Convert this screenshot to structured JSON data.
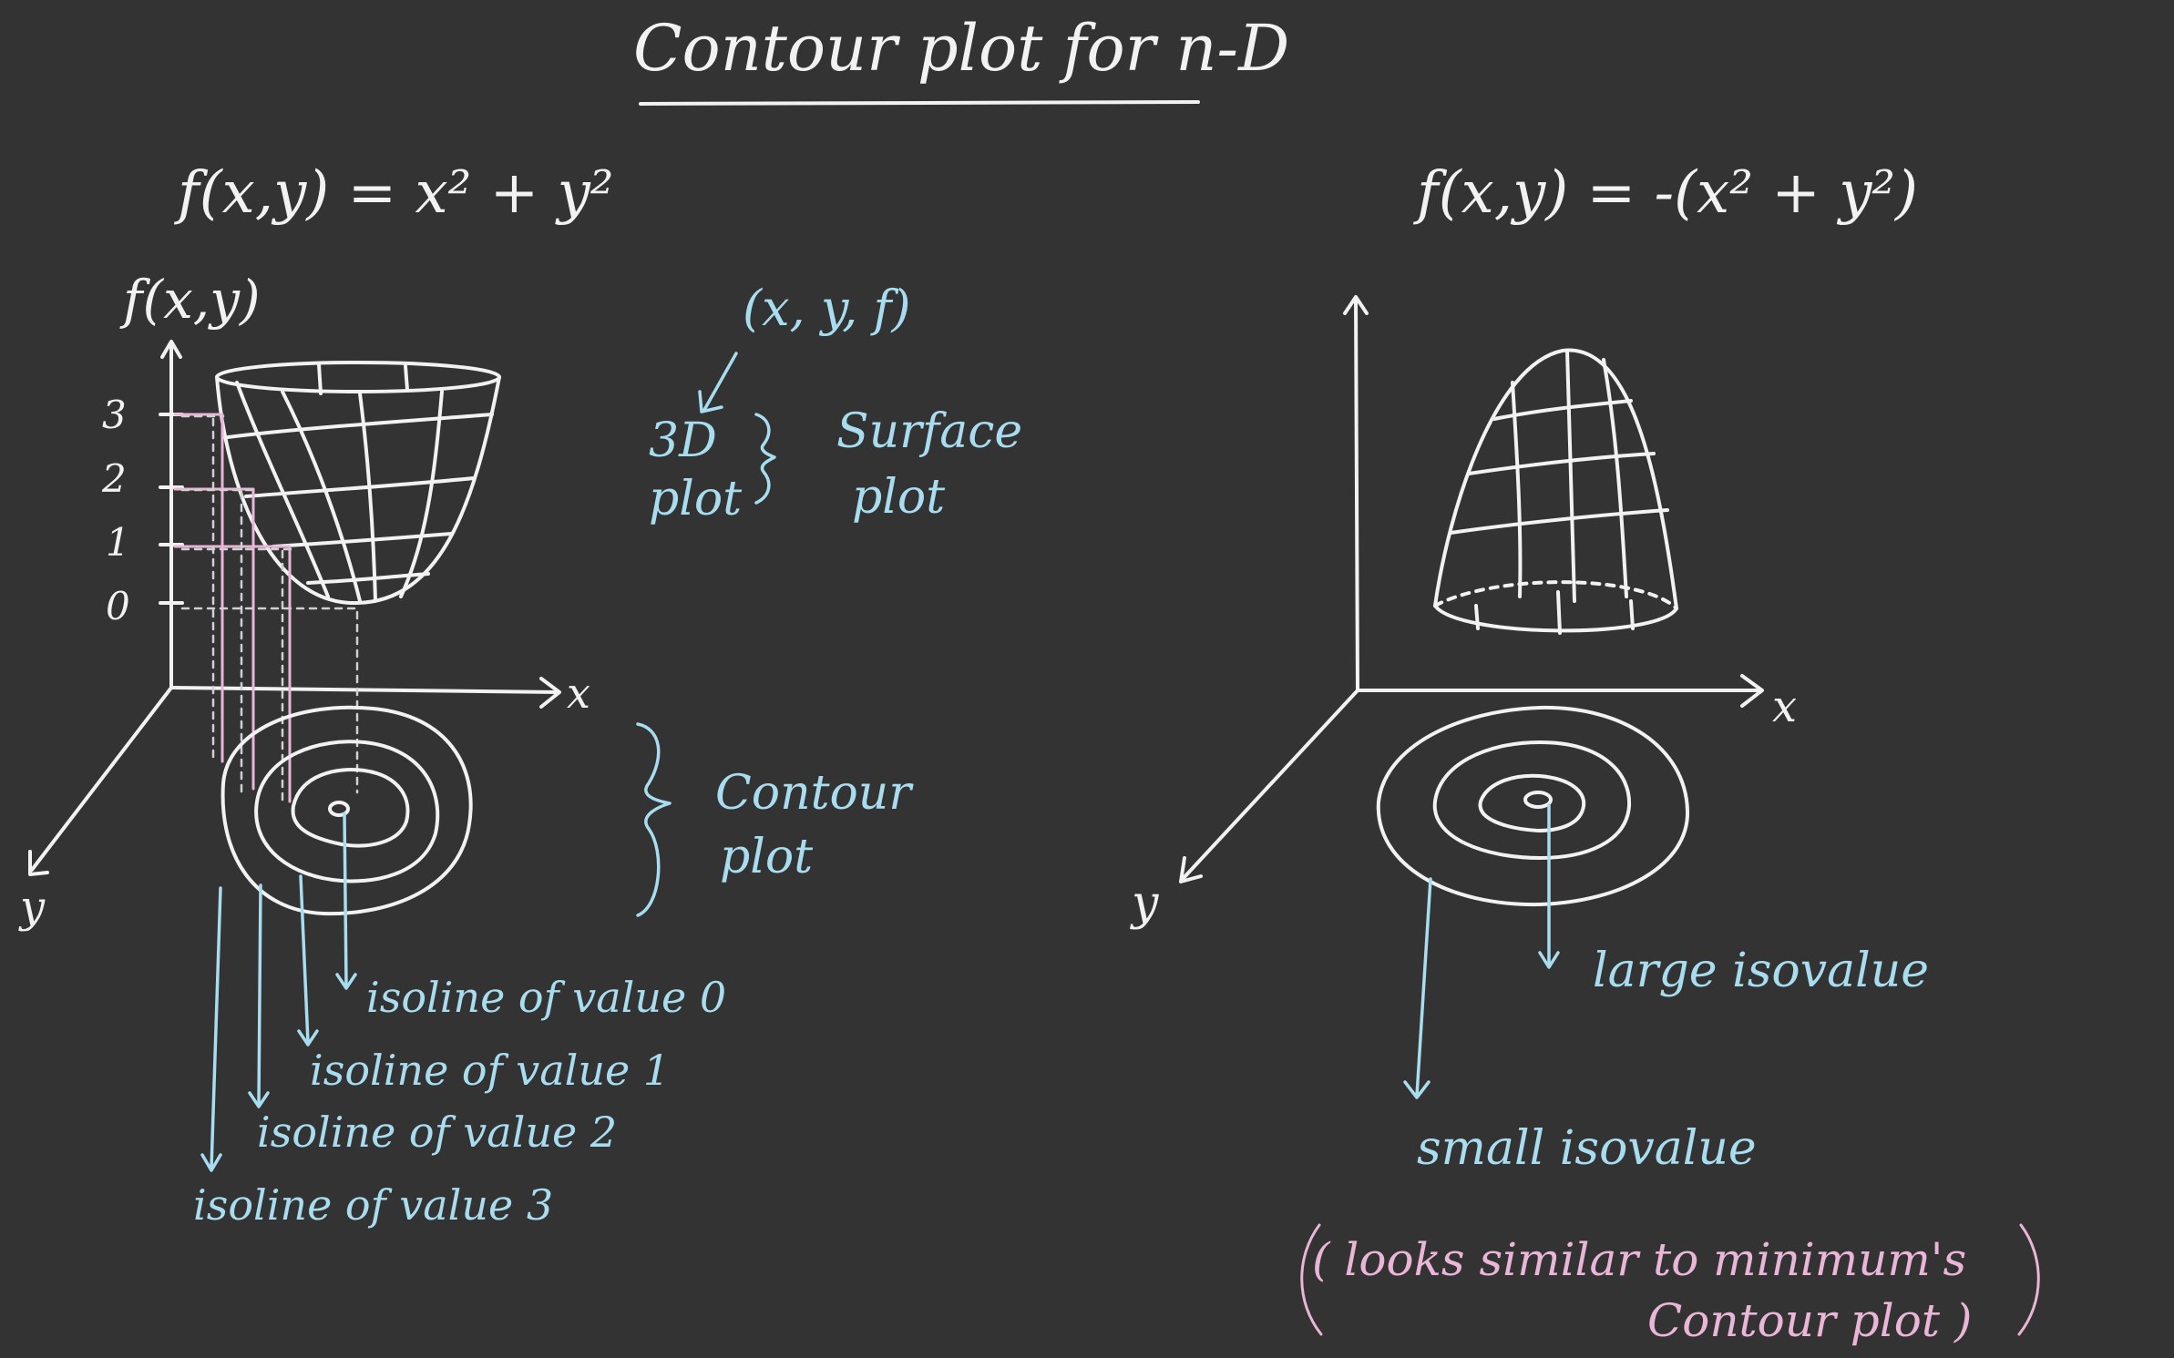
{
  "title": "Contour plot for n-D",
  "left": {
    "function": "f(x,y) = x² + y²",
    "z_axis_label": "f(x,y)",
    "x_axis_label": "x",
    "y_axis_label": "y",
    "z_ticks": [
      "3",
      "2",
      "1",
      "0"
    ],
    "triple_label": "(x, y, f)",
    "three_d_line1": "3D",
    "three_d_line2": "plot",
    "surface_line1": "Surface",
    "surface_line2": "plot",
    "contour_line1": "Contour",
    "contour_line2": "plot",
    "isolines": [
      "isoline of value 0",
      "isoline of value 1",
      "isoline of value 2",
      "isoline of value 3"
    ]
  },
  "right": {
    "function": "f(x,y) = -(x² + y²)",
    "x_axis_label": "x",
    "y_axis_label": "y",
    "large_label": "large isovalue",
    "small_label": "small isovalue",
    "note_line1": "( looks similar to minimum's",
    "note_line2": "Contour plot )"
  },
  "colors": {
    "background": "#333333",
    "white_ink": "#f2f2f2",
    "blue_ink": "#a8dcef",
    "pink_ink": "#eab6d8"
  }
}
